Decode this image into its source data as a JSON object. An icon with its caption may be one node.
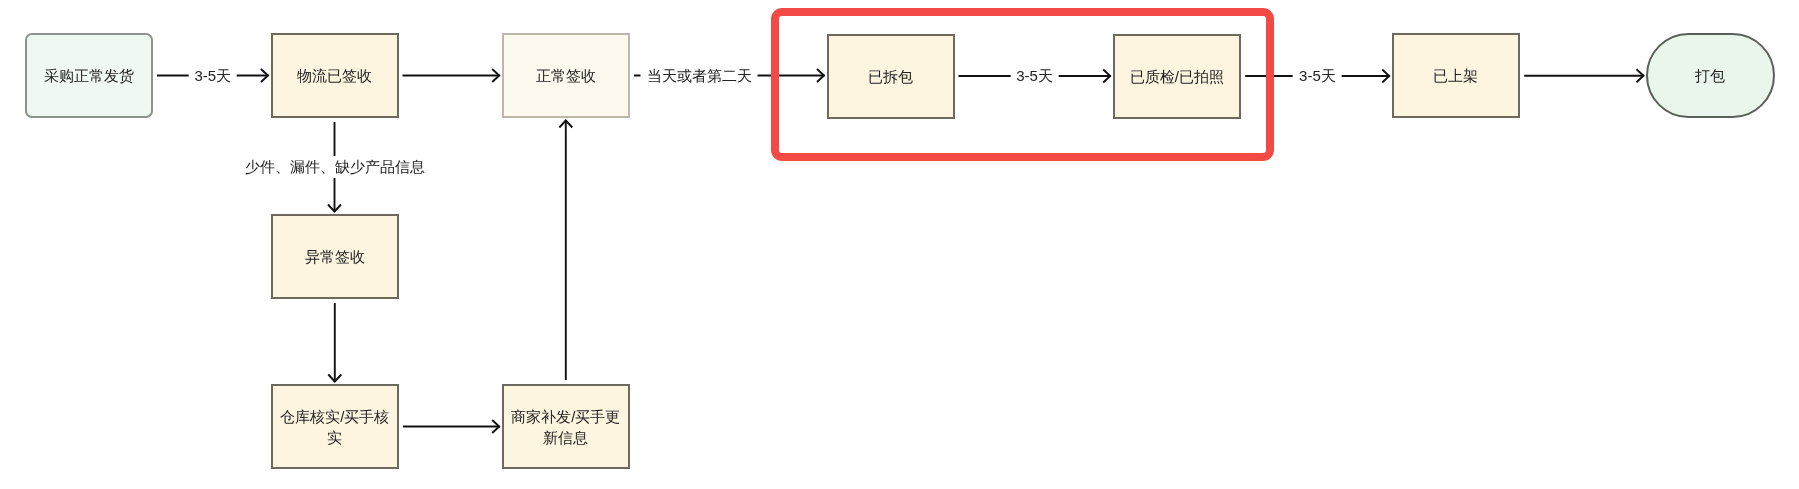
{
  "diagram": {
    "nodes": [
      {
        "text": [
          "采购正常发货"
        ]
      },
      {
        "text": [
          "物流已签收"
        ]
      },
      {
        "text": [
          "正常签收"
        ]
      },
      {
        "text": [],
        "shape": "box"
      },
      {
        "text": [
          "已拆包"
        ],
        "in": 3
      },
      {
        "text": [
          "已质检/已拍照"
        ],
        "in": 3
      },
      {
        "text": [
          "已上架"
        ]
      },
      {
        "text": [
          "打包"
        ]
      },
      {
        "text": [
          "异常签收"
        ]
      },
      {
        "text": [
          "仓库核实/买手核实"
        ]
      },
      {
        "text": [
          "商家补发/买手更新信息"
        ]
      }
    ],
    "edges": [
      {
        "from": 0,
        "to": 1,
        "arrow": "to",
        "label": "3-5天"
      },
      {
        "from": 1,
        "to": 2,
        "arrow": "to"
      },
      {
        "from": 2,
        "to": 4,
        "arrow": "to",
        "label": "当天或者第二天"
      },
      {
        "from": 4,
        "to": 5,
        "arrow": "to",
        "label": "3-5天"
      },
      {
        "from": 5,
        "to": 6,
        "arrow": "to",
        "label": "3-5天"
      },
      {
        "from": 6,
        "to": 7,
        "arrow": "to"
      },
      {
        "from": 1,
        "to": 8,
        "arrow": "to",
        "label": "少件、漏件、缺少产品信息"
      },
      {
        "from": 8,
        "to": 9,
        "arrow": "to"
      },
      {
        "from": 9,
        "to": 10,
        "arrow": "to"
      },
      {
        "from": 10,
        "to": 2,
        "arrow": "to"
      }
    ]
  }
}
